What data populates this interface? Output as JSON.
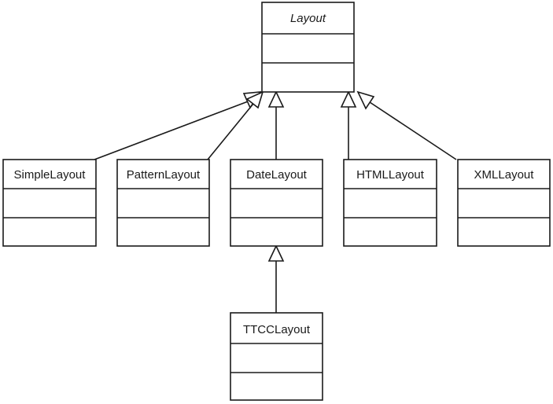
{
  "diagram": {
    "type": "uml-class-hierarchy",
    "classes": [
      {
        "id": "layout",
        "name": "Layout",
        "abstract": true
      },
      {
        "id": "simple",
        "name": "SimpleLayout",
        "abstract": false
      },
      {
        "id": "pattern",
        "name": "PatternLayout",
        "abstract": false
      },
      {
        "id": "date",
        "name": "DateLayout",
        "abstract": false
      },
      {
        "id": "html",
        "name": "HTMLLayout",
        "abstract": false
      },
      {
        "id": "xml",
        "name": "XMLLayout",
        "abstract": false
      },
      {
        "id": "ttcc",
        "name": "TTCCLayout",
        "abstract": false
      }
    ],
    "relations": [
      {
        "type": "generalization",
        "from": "simple",
        "to": "layout"
      },
      {
        "type": "generalization",
        "from": "pattern",
        "to": "layout"
      },
      {
        "type": "generalization",
        "from": "date",
        "to": "layout"
      },
      {
        "type": "generalization",
        "from": "html",
        "to": "layout"
      },
      {
        "type": "generalization",
        "from": "xml",
        "to": "layout"
      },
      {
        "type": "generalization",
        "from": "ttcc",
        "to": "date"
      }
    ]
  }
}
